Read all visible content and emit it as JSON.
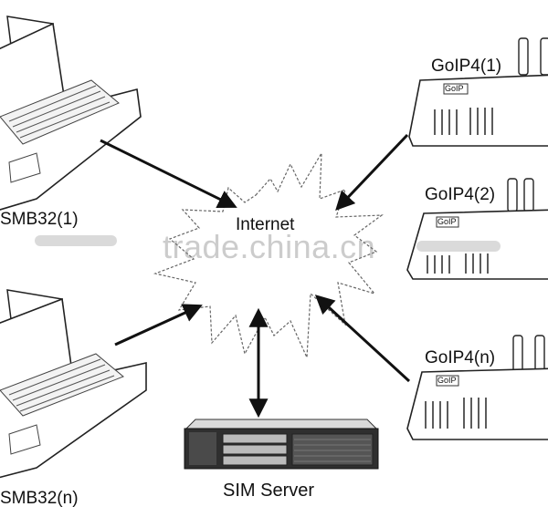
{
  "labels": {
    "smb_1": "SMB32(1)",
    "smb_n": "SMB32(n)",
    "internet": "Internet",
    "sim_server": "SIM Server",
    "goip_1": "GoIP4(1)",
    "goip_2": "GoIP4(2)",
    "goip_n": "GoIP4(n)",
    "device_brand": "GoIP"
  },
  "watermark": "trade.china.cn",
  "colors": {
    "line": "#111111",
    "cloud_stroke": "#555555"
  },
  "icons": {
    "smb": "laptop-gateway-icon",
    "goip": "goip-gateway-icon",
    "server": "rack-server-icon",
    "internet": "starburst-cloud-icon"
  }
}
